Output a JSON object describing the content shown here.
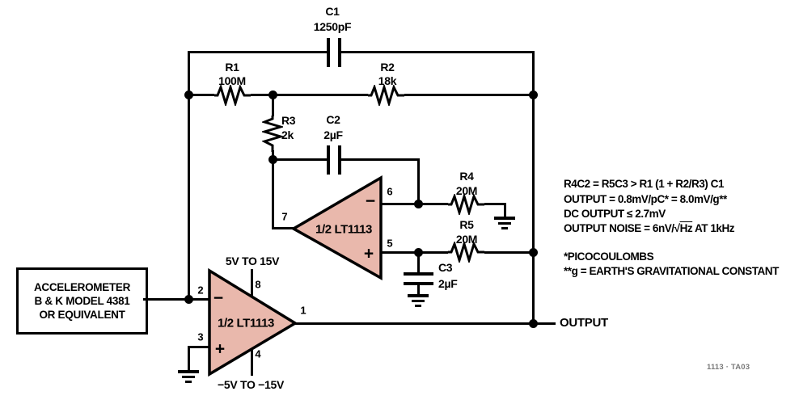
{
  "colors": {
    "opamp_fill": "#e9b8ac",
    "wire": "#000000",
    "figure_id_gray": "#7a7a7a"
  },
  "components": {
    "C1": {
      "ref": "C1",
      "value": "1250pF"
    },
    "R1": {
      "ref": "R1",
      "value": "100M"
    },
    "R2": {
      "ref": "R2",
      "value": "18k"
    },
    "R3": {
      "ref": "R3",
      "value": "2k"
    },
    "C2": {
      "ref": "C2",
      "value": "2µF"
    },
    "R4": {
      "ref": "R4",
      "value": "20M"
    },
    "R5": {
      "ref": "R5",
      "value": "20M"
    },
    "C3": {
      "ref": "C3",
      "value": "2µF"
    }
  },
  "opamps": {
    "upper": {
      "label": "1/2 LT1113",
      "pin_out": "7",
      "pin_inv": "6",
      "pin_noninv": "5",
      "inv_sign": "−",
      "noninv_sign": "+"
    },
    "lower": {
      "label": "1/2 LT1113",
      "pin_inv": "2",
      "pin_noninv": "3",
      "pin_vplus": "8",
      "pin_vminus": "4",
      "pin_out": "1",
      "inv_sign": "−",
      "noninv_sign": "+"
    }
  },
  "source_box": {
    "line1": "ACCELEROMETER",
    "line2": "B & K MODEL 4381",
    "line3": "OR EQUIVALENT"
  },
  "power": {
    "positive": "5V TO 15V",
    "negative": "−5V TO −15V"
  },
  "output_label": "OUTPUT",
  "notes": {
    "design_equation": "R4C2 = R5C3 > R1 (1 + R2/R3) C1",
    "output_gain": "OUTPUT = 0.8mV/pC* = 8.0mV/g**",
    "dc_output": "DC OUTPUT ≤ 2.7mV",
    "noise_prefix": "OUTPUT NOISE = 6nV/√",
    "noise_overline": "Hz",
    "noise_suffix": " AT 1kHz",
    "footnote1": "*PICOCOULOMBS",
    "footnote2": "**g = EARTH'S GRAVITATIONAL CONSTANT"
  },
  "figure_id": "1113 · TA03"
}
